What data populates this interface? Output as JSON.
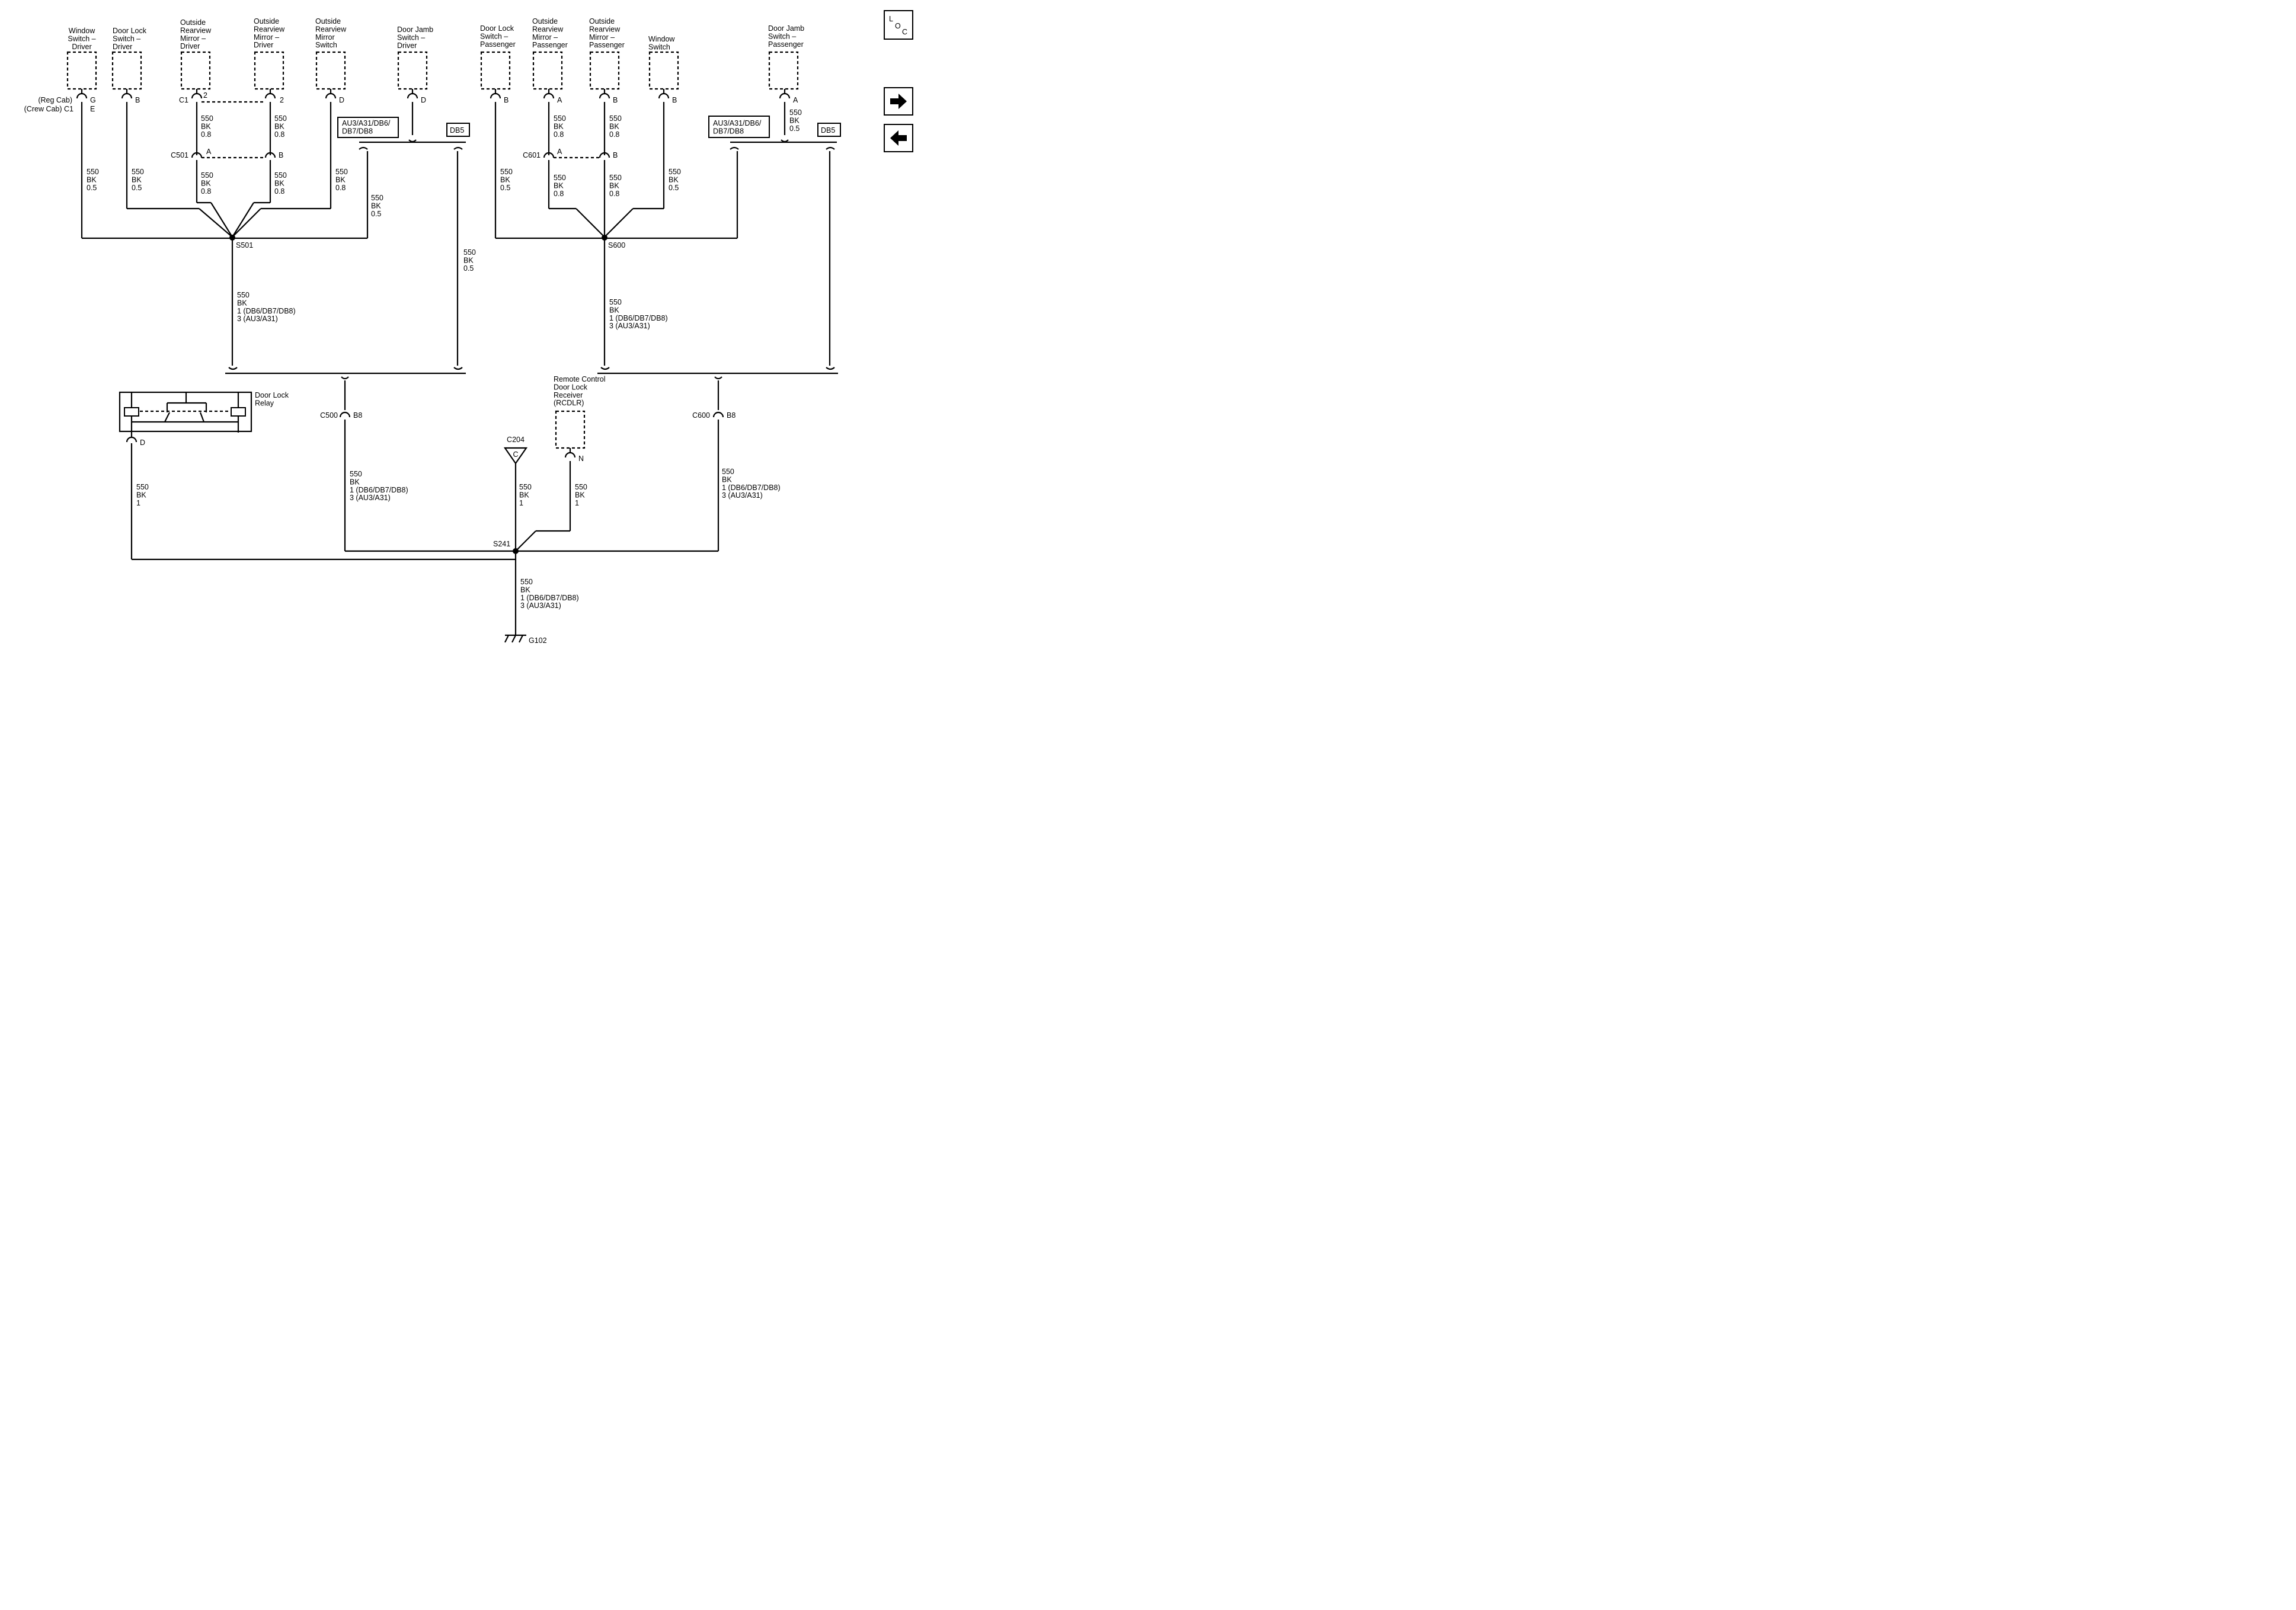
{
  "components": {
    "window_switch_driver": "Window\nSwitch –\nDriver",
    "door_lock_switch_driver": "Door Lock\nSwitch –\nDriver",
    "mirror_driver_1": "Outside\nRearview\nMirror –\nDriver",
    "mirror_driver_2": "Outside\nRearview\nMirror –\nDriver",
    "mirror_switch": "Outside\nRearview\nMirror\nSwitch",
    "door_jamb_driver": "Door Jamb\nSwitch –\nDriver",
    "door_lock_switch_pass": "Door Lock\nSwitch –\nPassenger",
    "mirror_pass_1": "Outside\nRearview\nMirror –\nPassenger",
    "mirror_pass_2": "Outside\nRearview\nMirror –\nPassenger",
    "window_switch": "Window\nSwitch",
    "door_jamb_pass": "Door Jamb\nSwitch –\nPassenger",
    "rcdlr": "Remote Control\nDoor Lock\nReceiver\n(RCDLR)",
    "door_lock_relay": "Door Lock\nRelay"
  },
  "pins": {
    "reg_cab": "(Reg Cab)",
    "crew_cab": "(Crew Cab) C1",
    "win_drv_g": "G",
    "win_drv_e": "E",
    "b": "B",
    "c1": "C1",
    "two": "2",
    "d": "D",
    "a": "A",
    "n": "N",
    "b8": "B8"
  },
  "connectors": {
    "c501": "C501",
    "c601": "C601",
    "c500": "C500",
    "c600": "C600",
    "c204": "C204",
    "c204_pin": "C"
  },
  "splices": {
    "s501": "S501",
    "s600": "S600",
    "s241": "S241"
  },
  "ground": "G102",
  "options": {
    "au3_left": "AU3/A31/DB6/\nDB7/DB8",
    "db5_left": "DB5",
    "au3_right": "AU3/A31/DB6/\nDB7/DB8",
    "db5_right": "DB5"
  },
  "wires": {
    "w05": "550\nBK\n0.5",
    "w08": "550\nBK\n0.8",
    "w1": "550\nBK\n1",
    "w_main": "550\nBK\n1 (DB6/DB7/DB8)\n3 (AU3/A31)"
  },
  "nav": {
    "loc_l": "L",
    "loc_o": "O",
    "loc_c": "C",
    "next_icon": "arrow-right",
    "prev_icon": "arrow-left"
  }
}
